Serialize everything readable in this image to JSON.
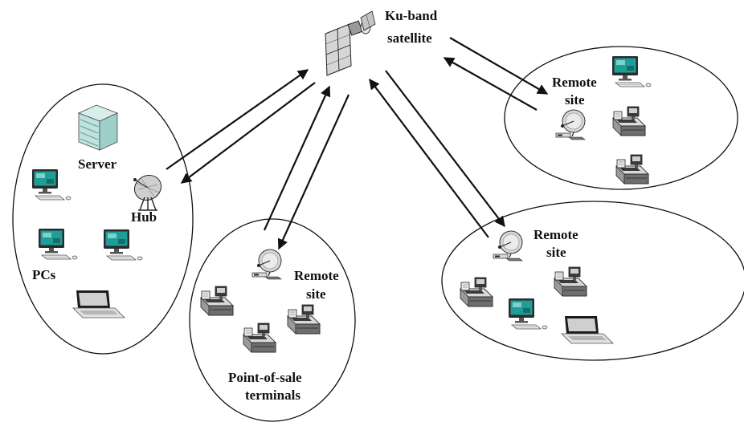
{
  "labels": {
    "satellite_line1": "Ku-band",
    "satellite_line2": "satellite",
    "server": "Server",
    "hub": "Hub",
    "pcs": "PCs",
    "remote_left_line1": "Remote",
    "remote_left_line2": "site",
    "pos_line1": "Point-of-sale",
    "pos_line2": "terminals",
    "remote_right_line1": "Remote",
    "remote_right_line2": "site",
    "remote_top_line1": "Remote",
    "remote_top_line2": "site"
  },
  "colors": {
    "line": "#111111",
    "screen": "#1f9e97",
    "screen_dark": "#146d68",
    "device_light": "#d9d9d9",
    "device_mid": "#9a9a9a",
    "device_dark": "#3a3a3a",
    "server_tint": "#bfe2de"
  }
}
